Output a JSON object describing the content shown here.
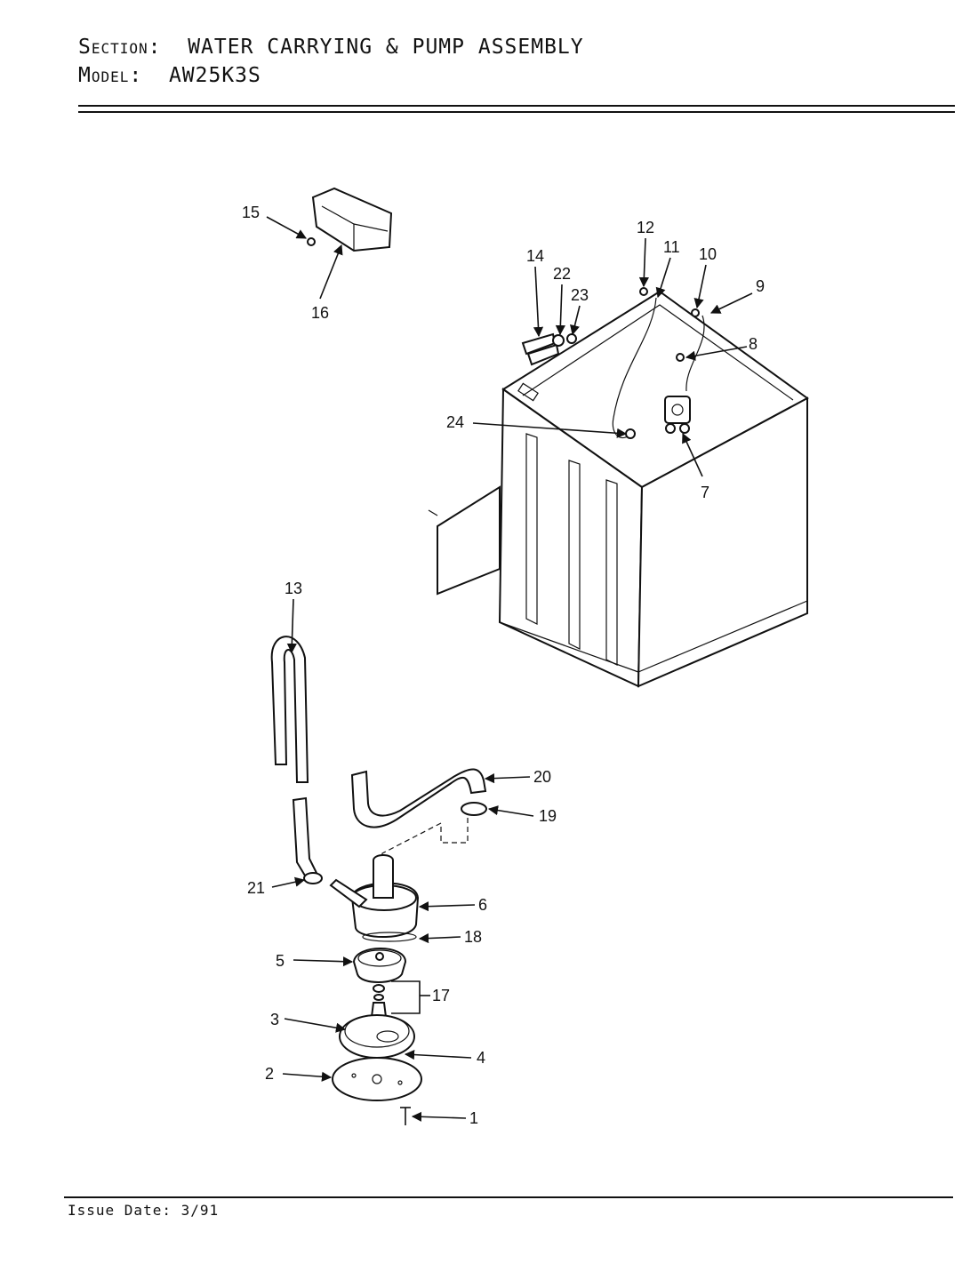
{
  "header": {
    "section_key": "Section:",
    "section_value": "WATER CARRYING & PUMP ASSEMBLY",
    "model_key": "Model:",
    "model_value": "AW25K3S"
  },
  "footer": {
    "issue_date": "Issue Date: 3/91"
  },
  "callouts": {
    "c1": "1",
    "c2": "2",
    "c3": "3",
    "c4": "4",
    "c5": "5",
    "c6": "6",
    "c7": "7",
    "c8": "8",
    "c9": "9",
    "c10": "10",
    "c11": "11",
    "c12": "12",
    "c13": "13",
    "c14": "14",
    "c15": "15",
    "c16": "16",
    "c17": "17",
    "c18": "18",
    "c19": "19",
    "c20": "20",
    "c21": "21",
    "c22": "22",
    "c23": "23",
    "c24": "24"
  }
}
